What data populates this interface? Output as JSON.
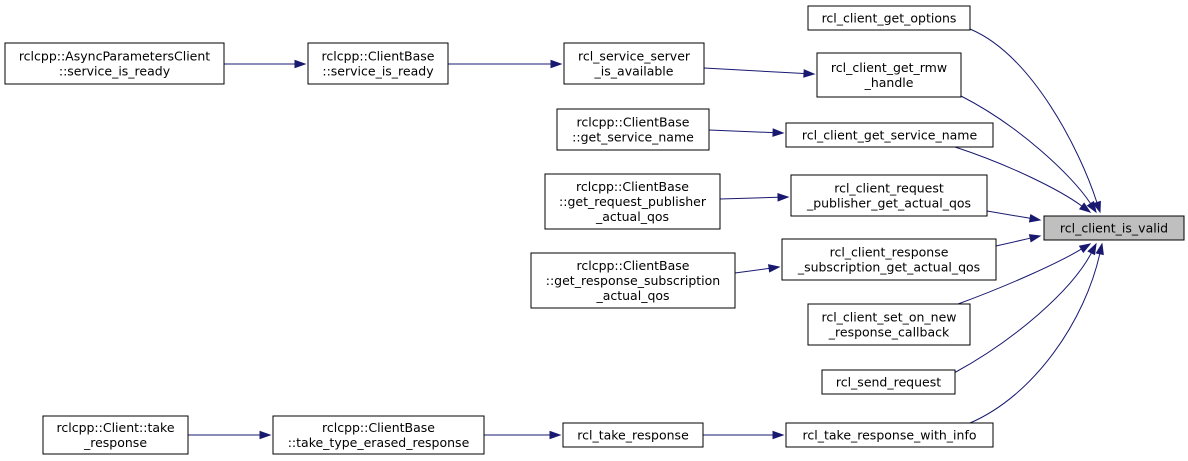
{
  "diagram": {
    "kind": "caller-graph",
    "focus": "rcl_client_is_valid",
    "colors": {
      "edge": "#191970",
      "focus_fill": "#bfbfbf",
      "node_fill": "#ffffff",
      "border": "#000000"
    },
    "nodes": [
      {
        "id": "is_valid",
        "lines": [
          "rcl_client_is_valid"
        ]
      },
      {
        "id": "get_options",
        "lines": [
          "rcl_client_get_options"
        ]
      },
      {
        "id": "get_rmw",
        "lines": [
          "rcl_client_get_rmw",
          "_handle"
        ]
      },
      {
        "id": "get_svc_name",
        "lines": [
          "rcl_client_get_service_name"
        ]
      },
      {
        "id": "req_pub_qos",
        "lines": [
          "rcl_client_request",
          "_publisher_get_actual_qos"
        ]
      },
      {
        "id": "resp_sub_qos",
        "lines": [
          "rcl_client_response",
          "_subscription_get_actual_qos"
        ]
      },
      {
        "id": "set_cb",
        "lines": [
          "rcl_client_set_on_new",
          "_response_callback"
        ]
      },
      {
        "id": "send_req",
        "lines": [
          "rcl_send_request"
        ]
      },
      {
        "id": "take_info",
        "lines": [
          "rcl_take_response_with_info"
        ]
      },
      {
        "id": "svc_avail",
        "lines": [
          "rcl_service_server",
          "_is_available"
        ]
      },
      {
        "id": "cb_get_name",
        "lines": [
          "rclcpp::ClientBase",
          "::get_service_name"
        ]
      },
      {
        "id": "cb_req_qos",
        "lines": [
          "rclcpp::ClientBase",
          "::get_request_publisher",
          "_actual_qos"
        ]
      },
      {
        "id": "cb_resp_qos",
        "lines": [
          "rclcpp::ClientBase",
          "::get_response_subscription",
          "_actual_qos"
        ]
      },
      {
        "id": "take_resp",
        "lines": [
          "rcl_take_response"
        ]
      },
      {
        "id": "cb_ready",
        "lines": [
          "rclcpp::ClientBase",
          "::service_is_ready"
        ]
      },
      {
        "id": "cb_take_erased",
        "lines": [
          "rclcpp::ClientBase",
          "::take_type_erased_response"
        ]
      },
      {
        "id": "async_ready",
        "lines": [
          "rclcpp::AsyncParametersClient",
          "::service_is_ready"
        ]
      },
      {
        "id": "client_take",
        "lines": [
          "rclcpp::Client::take",
          "_response"
        ]
      }
    ],
    "edges": [
      {
        "from": "get_options",
        "to": "is_valid"
      },
      {
        "from": "get_rmw",
        "to": "is_valid"
      },
      {
        "from": "get_svc_name",
        "to": "is_valid"
      },
      {
        "from": "req_pub_qos",
        "to": "is_valid"
      },
      {
        "from": "resp_sub_qos",
        "to": "is_valid"
      },
      {
        "from": "set_cb",
        "to": "is_valid"
      },
      {
        "from": "send_req",
        "to": "is_valid"
      },
      {
        "from": "take_info",
        "to": "is_valid"
      },
      {
        "from": "svc_avail",
        "to": "get_rmw"
      },
      {
        "from": "cb_get_name",
        "to": "get_svc_name"
      },
      {
        "from": "cb_req_qos",
        "to": "req_pub_qos"
      },
      {
        "from": "cb_resp_qos",
        "to": "resp_sub_qos"
      },
      {
        "from": "take_resp",
        "to": "take_info"
      },
      {
        "from": "cb_ready",
        "to": "svc_avail"
      },
      {
        "from": "cb_take_erased",
        "to": "take_resp"
      },
      {
        "from": "async_ready",
        "to": "cb_ready"
      },
      {
        "from": "client_take",
        "to": "cb_take_erased"
      }
    ]
  }
}
